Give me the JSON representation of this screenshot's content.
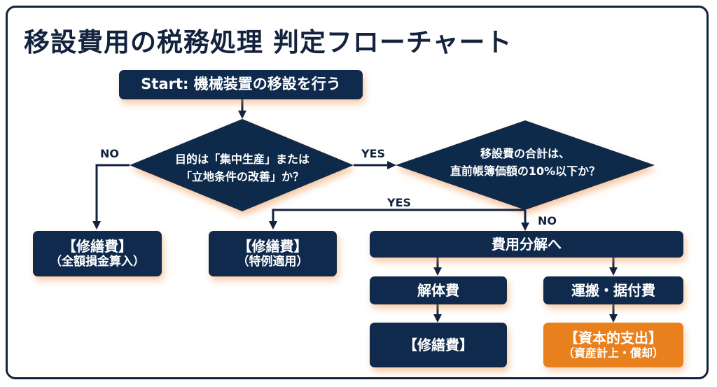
{
  "title": "移設費用の税務処理 判定フローチャート",
  "colors": {
    "navy": "#0f2a4c",
    "orange": "#e8801e",
    "line": "#13233d",
    "shadow": "#f08c3c"
  },
  "nodes": {
    "start": {
      "label": "Start: 機械装置の移設を行う"
    },
    "decision1": {
      "line1": "目的は「集中生産」または",
      "line2": "「立地条件の改善」か？"
    },
    "decision2": {
      "line1": "移設費の合計は、",
      "line2": "直前帳簿価額の10%以下か？"
    },
    "repair_full": {
      "main": "【修繕費】",
      "sub": "（全額損金算入）"
    },
    "repair_special": {
      "main": "【修繕費】",
      "sub": "（特例適用）"
    },
    "decompose": {
      "label": "費用分解へ"
    },
    "dismantle": {
      "label": "解体費"
    },
    "transport": {
      "label": "運搬・据付費"
    },
    "repair_dismantle": {
      "main": "【修繕費】"
    },
    "capital": {
      "main": "【資本的支出】",
      "sub": "（資産計上・償却）"
    }
  },
  "edge_labels": {
    "d1_no": "NO",
    "d1_yes": "YES",
    "d2_yes": "YES",
    "d2_no": "NO"
  }
}
